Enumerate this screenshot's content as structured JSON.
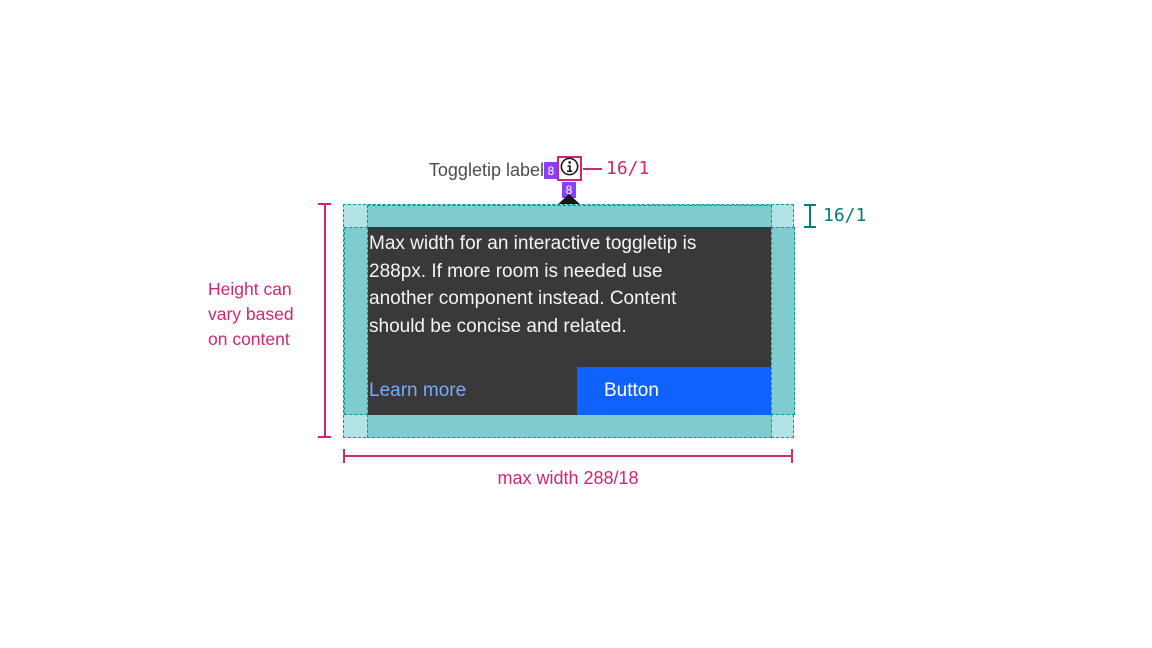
{
  "header": {
    "trigger_label": "Toggletip label",
    "gap_badge": "8",
    "below_badge": "8",
    "icon_size_label": "16/1",
    "info_icon": "information-icon"
  },
  "overlay": {
    "top_padding_label": "16/1"
  },
  "tooltip": {
    "body_lines": [
      "Max width for an interactive toggletip is",
      "288px. If more room is needed use",
      "another component instead. Content",
      "should be concise and related."
    ],
    "link_label": "Learn more",
    "button_label": "Button"
  },
  "measures": {
    "height_note_lines": [
      "Height can",
      "vary based",
      "on content"
    ],
    "max_width_label": "max width 288/18"
  },
  "colors": {
    "annotation_pink": "#d12771",
    "annotation_teal": "#007d79",
    "spacing_badge_purple": "#8a3ffc",
    "overlay_light_teal": "#b2e4e6",
    "overlay_medium_teal": "#7fccce",
    "overlay_dash_teal": "#009c9a",
    "tooltip_bg": "#393939",
    "tooltip_text": "#f4f4f4",
    "link_blue": "#78a9ff",
    "button_blue": "#0f62fe"
  }
}
